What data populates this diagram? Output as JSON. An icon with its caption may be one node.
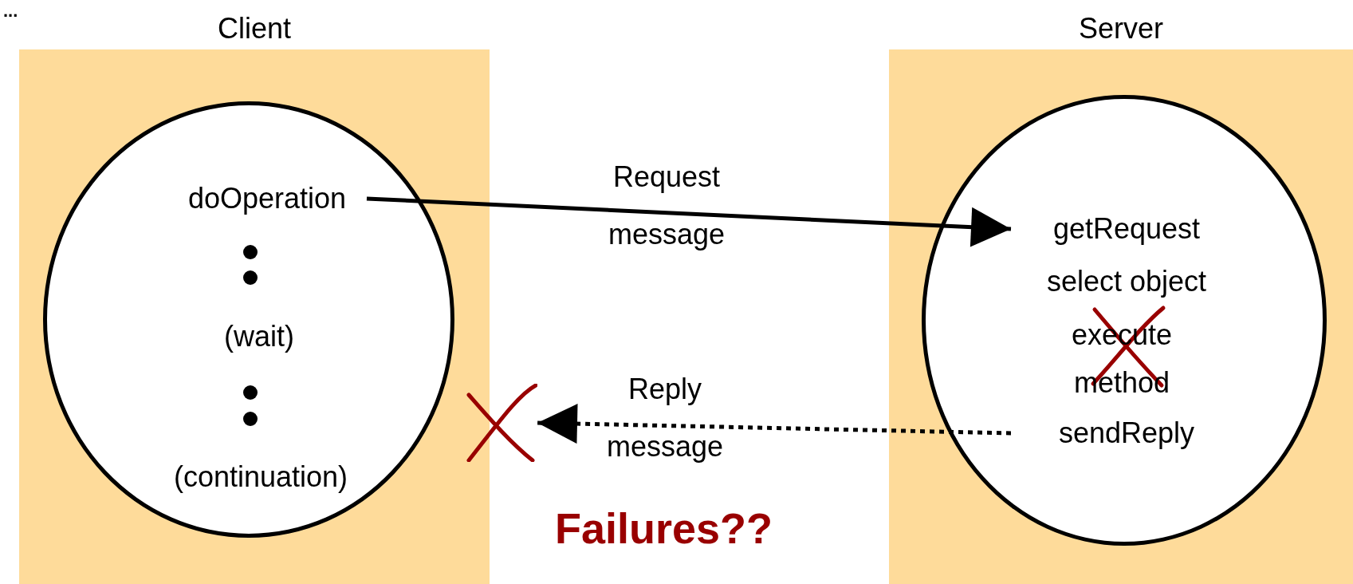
{
  "diagram": {
    "nodes": [
      {
        "text": [
          "Client"
        ]
      },
      {
        "text": [],
        "shape": "circle",
        "in": 0
      },
      {
        "text": [
          "doOperation"
        ],
        "in": 1
      },
      {
        "text": [
          "(wait)"
        ],
        "in": 1
      },
      {
        "text": [
          "(continuation)"
        ],
        "in": 1
      },
      {
        "text": [
          "Server"
        ]
      },
      {
        "text": [],
        "shape": "circle",
        "in": 5
      },
      {
        "text": [
          "getRequest"
        ],
        "in": 6
      },
      {
        "text": [
          "select object"
        ],
        "in": 6
      },
      {
        "text": [
          "execute method"
        ],
        "in": 6
      },
      {
        "text": [
          "sendReply"
        ],
        "in": 6
      },
      {
        "text": [],
        "shape": "cross"
      }
    ],
    "edges": [
      {
        "from": 2,
        "to": 7,
        "arrow": "to",
        "label": "Request message"
      },
      {
        "from": 10,
        "to": 11,
        "arrow": "to",
        "label": "Reply message",
        "style": "dashed"
      }
    ],
    "labels": [
      "...",
      "Failures??"
    ]
  }
}
